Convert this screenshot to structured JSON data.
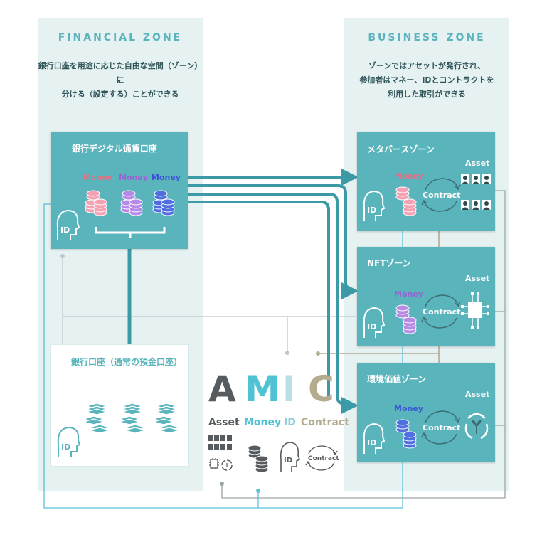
{
  "financial_zone": {
    "title": "FINANCIAL ZONE",
    "desc_line1": "銀行口座を用途に応じた自由な空間（ゾーン）に",
    "desc_line2": "分ける（設定する）ことができる",
    "digital_account_title": "銀行デジタル通貨口座",
    "money_labels": [
      "Money",
      "Money",
      "Money"
    ],
    "id_label": "ID",
    "bank_account_title": "銀行口座（通常の預金口座）",
    "bank_id_label": "ID"
  },
  "business_zone": {
    "title": "BUSINESS ZONE",
    "desc_line1": "ゾーンではアセットが発行され、",
    "desc_line2": "参加者はマネー、IDとコントラクトを",
    "desc_line3": "利用した取引ができる",
    "zones": [
      {
        "title": "メタバースゾーン",
        "money": "Money",
        "contract": "Contract",
        "asset": "Asset",
        "id": "ID"
      },
      {
        "title": "NFTゾーン",
        "money": "Money",
        "contract": "Contract",
        "asset": "Asset",
        "id": "ID"
      },
      {
        "title": "環境価値ゾーン",
        "money": "Money",
        "contract": "Contract",
        "asset": "Asset",
        "id": "ID"
      }
    ]
  },
  "legend": {
    "letters": [
      "A",
      "M",
      "I",
      "C"
    ],
    "words": [
      "Asset",
      "Money",
      "ID",
      "Contract"
    ],
    "id_icon_label": "ID",
    "contract_icon_label": "Contract"
  },
  "colors": {
    "teal": "#5ab4bc",
    "zone_bg": "#e6f1f1",
    "money_red": "#e07085",
    "money_purple": "#9b62d6",
    "money_blue": "#3c55d8",
    "arrow_teal": "#3b9aa6",
    "line_light": "#5ac2d6",
    "line_gray": "#9aa5a8",
    "line_beige": "#b3ab94",
    "amic_a": "#555b5e",
    "amic_m": "#4fc3d3",
    "amic_i": "#b8dfe6",
    "amic_c": "#b5ac90"
  }
}
